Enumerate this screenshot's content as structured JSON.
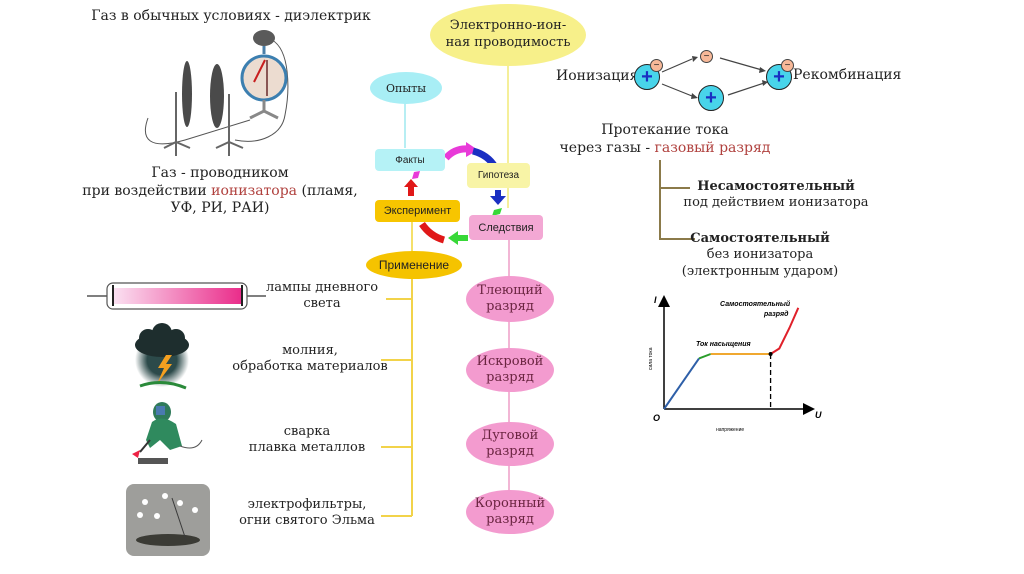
{
  "left": {
    "title_dielectric": "Газ в обычных условиях - диэлектрик",
    "conductor_line1": "Газ - проводником",
    "conductor_line2_prefix": "при воздействии ",
    "conductor_line2_highlight": "ионизатора",
    "conductor_line2_suffix": " (пламя,",
    "conductor_line3": "УФ, РИ, РАИ)",
    "apparatus_image": "electrometer-with-plates"
  },
  "center": {
    "main_node": "Электронно-ион-ная проводимость",
    "main_node_line1": "Электронно-ион-",
    "main_node_line2": "ная проводимость",
    "cycle": {
      "experiments": "Опыты",
      "facts": "Факты",
      "hypothesis": "Гипотеза",
      "consequences": "Следствия",
      "experiment": "Эксперимент",
      "application": "Применение"
    },
    "discharge_types": [
      {
        "line1": "Тлеющий",
        "line2": "разряд"
      },
      {
        "line1": "Искровой",
        "line2": "разряд"
      },
      {
        "line1": "Дуговой",
        "line2": "разряд"
      },
      {
        "line1": "Коронный",
        "line2": "разряд"
      }
    ]
  },
  "applications": [
    {
      "line1": "лампы дневного",
      "line2": "света",
      "image": "fluorescent-lamp"
    },
    {
      "line1": "молния,",
      "line2": "обработка материалов",
      "image": "lightning-cloud"
    },
    {
      "line1": "сварка",
      "line2": "плавка металлов",
      "image": "welder"
    },
    {
      "line1": "электрофильтры,",
      "line2": "огни святого Эльма",
      "image": "ship-st-elmo-fire"
    }
  ],
  "right": {
    "ionization_label": "Ионизация",
    "recombination_label": "Рекомбинация",
    "plus_sign": "+",
    "minus_sign": "−",
    "current_flow_line1": "Протекание тока",
    "current_flow_line2_prefix": "через газы - ",
    "current_flow_line2_highlight": "газовый разряд",
    "non_self_title": "Несамостоятельный",
    "non_self_desc": "под действием ионизатора",
    "self_title": "Самостоятельный",
    "self_desc1": "без ионизатора",
    "self_desc2": "(электронным ударом)"
  },
  "chart_data": {
    "type": "line",
    "title": "",
    "xlabel": "напряжение",
    "ylabel": "сила тока",
    "x_axis_symbol": "U",
    "y_axis_symbol": "I",
    "origin_label": "O",
    "xlim": [
      0,
      10
    ],
    "ylim": [
      0,
      10
    ],
    "grid": false,
    "series": [
      {
        "name": "ohmic",
        "color": "#2e5fa8",
        "x": [
          0,
          2.4
        ],
        "y": [
          0,
          4.6
        ]
      },
      {
        "name": "transition",
        "color": "#2a9d2a",
        "x": [
          2.4,
          3.2
        ],
        "y": [
          4.6,
          5.0
        ]
      },
      {
        "name": "saturation",
        "color": "#f0a830",
        "x": [
          3.2,
          7.3
        ],
        "y": [
          5.0,
          5.0
        ]
      },
      {
        "name": "self-sustained",
        "color": "#e0202a",
        "x": [
          7.3,
          7.9,
          8.6,
          9.2
        ],
        "y": [
          5.0,
          5.5,
          7.4,
          9.2
        ]
      }
    ],
    "dashed_marker_x": 7.3,
    "annotations": [
      {
        "text": "Ток насыщения",
        "near": "saturation"
      },
      {
        "text": "Самостоятельный разряд",
        "near": "self-sustained"
      }
    ]
  },
  "colors": {
    "main_yellow": "#f7f08a",
    "cyan": "#a8eef5",
    "orange_yellow": "#f7c800",
    "pink": "#f39bcf",
    "brown_line": "#8b7a4a",
    "highlight_red": "#b0413e"
  }
}
